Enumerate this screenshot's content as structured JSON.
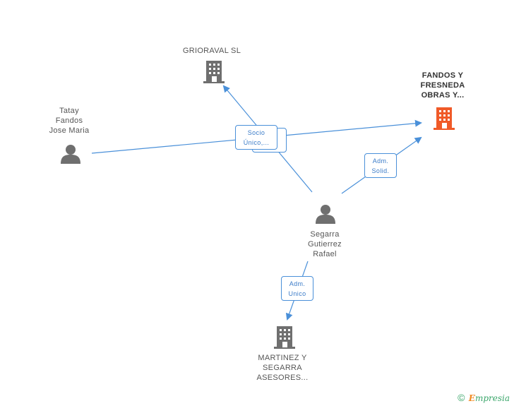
{
  "colors": {
    "edge": "#4a90d9",
    "node_default": "#6f6f6f",
    "node_highlight": "#f05a28",
    "label_text": "#555555"
  },
  "nodes": {
    "grioraval": {
      "type": "company",
      "icon": "building-icon",
      "lines": [
        "GRIORAVAL SL"
      ]
    },
    "fandos_fresneda": {
      "type": "company",
      "icon": "building-icon",
      "highlight": true,
      "lines": [
        "FANDOS Y",
        "FRESNEDA",
        "OBRAS Y..."
      ]
    },
    "tatay": {
      "type": "person",
      "icon": "person-icon",
      "lines": [
        "Tatay",
        "Fandos",
        "Jose Maria"
      ]
    },
    "segarra": {
      "type": "person",
      "icon": "person-icon",
      "lines": [
        "Segarra",
        "Gutierrez",
        "Rafael"
      ]
    },
    "martinez": {
      "type": "company",
      "icon": "building-icon",
      "lines": [
        "MARTINEZ Y",
        "SEGARRA",
        "ASESORES..."
      ]
    }
  },
  "edges": {
    "socio": {
      "lines": [
        "Socio",
        "Único,..."
      ]
    },
    "adm_solid": {
      "lines": [
        "Adm.",
        "Solid."
      ]
    },
    "adm_unico": {
      "lines": [
        "Adm.",
        "Unico"
      ]
    }
  },
  "footer": {
    "copyright_symbol": "©",
    "brand_initial": "E",
    "brand_rest": "mpresia"
  }
}
